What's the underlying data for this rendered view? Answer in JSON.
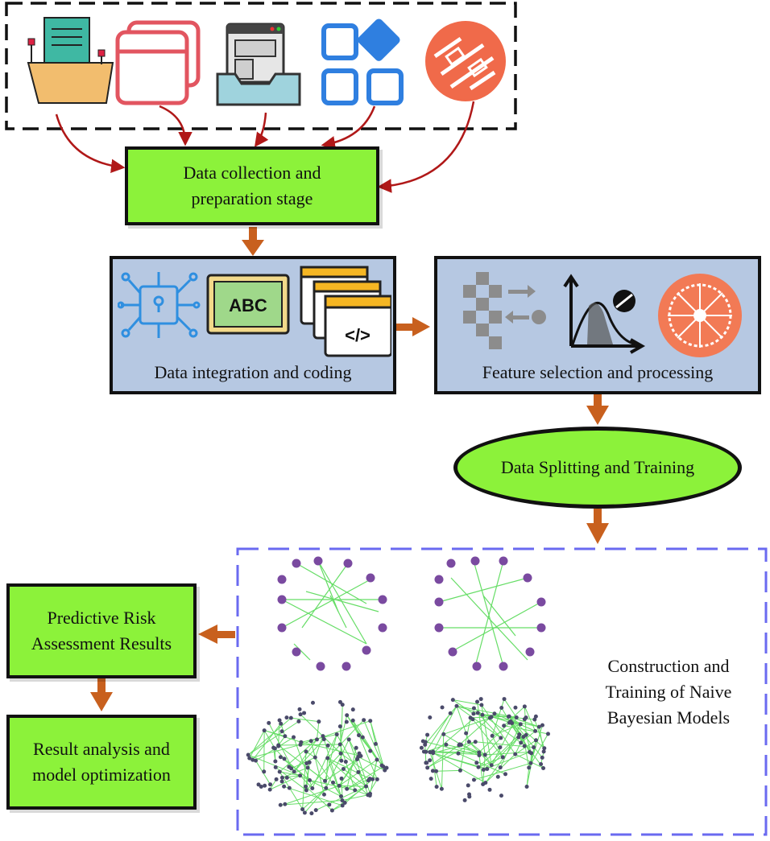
{
  "nodes": {
    "collection": {
      "label_line1": "Data collection and",
      "label_line2": "preparation stage"
    },
    "integration": {
      "label": "Data integration and coding"
    },
    "feature": {
      "label": "Feature selection and processing"
    },
    "splitting": {
      "label": "Data Splitting and Training"
    },
    "model": {
      "label_line1": "Construction and",
      "label_line2": "Training of Naive",
      "label_line3": "Bayesian Models"
    },
    "prediction": {
      "label_line1": "Predictive Risk",
      "label_line2": "Assessment Results"
    },
    "analysis": {
      "label_line1": "Result analysis and",
      "label_line2": "model optimization"
    }
  },
  "icons": {
    "abc_text": "ABC",
    "code_text": "</>",
    "sources": [
      "folder-documents-icon",
      "browser-windows-icon",
      "inbox-tray-icon",
      "app-grid-icon",
      "database-logo-icon"
    ],
    "integration": [
      "circuit-chip-icon",
      "abc-display-icon",
      "code-windows-icon"
    ],
    "feature": [
      "feature-filter-icon",
      "distribution-chart-icon",
      "network-wheel-icon"
    ]
  },
  "colors": {
    "stage_green": "#8cf23a",
    "panel_blue": "#b6c8e2",
    "arrow_orange": "#c8601e",
    "arrow_red": "#b01818",
    "dashed_black": "#111111",
    "dashed_blue": "#6a6af0",
    "node_purple": "#7a4aa0",
    "edge_green": "#66dd66"
  }
}
